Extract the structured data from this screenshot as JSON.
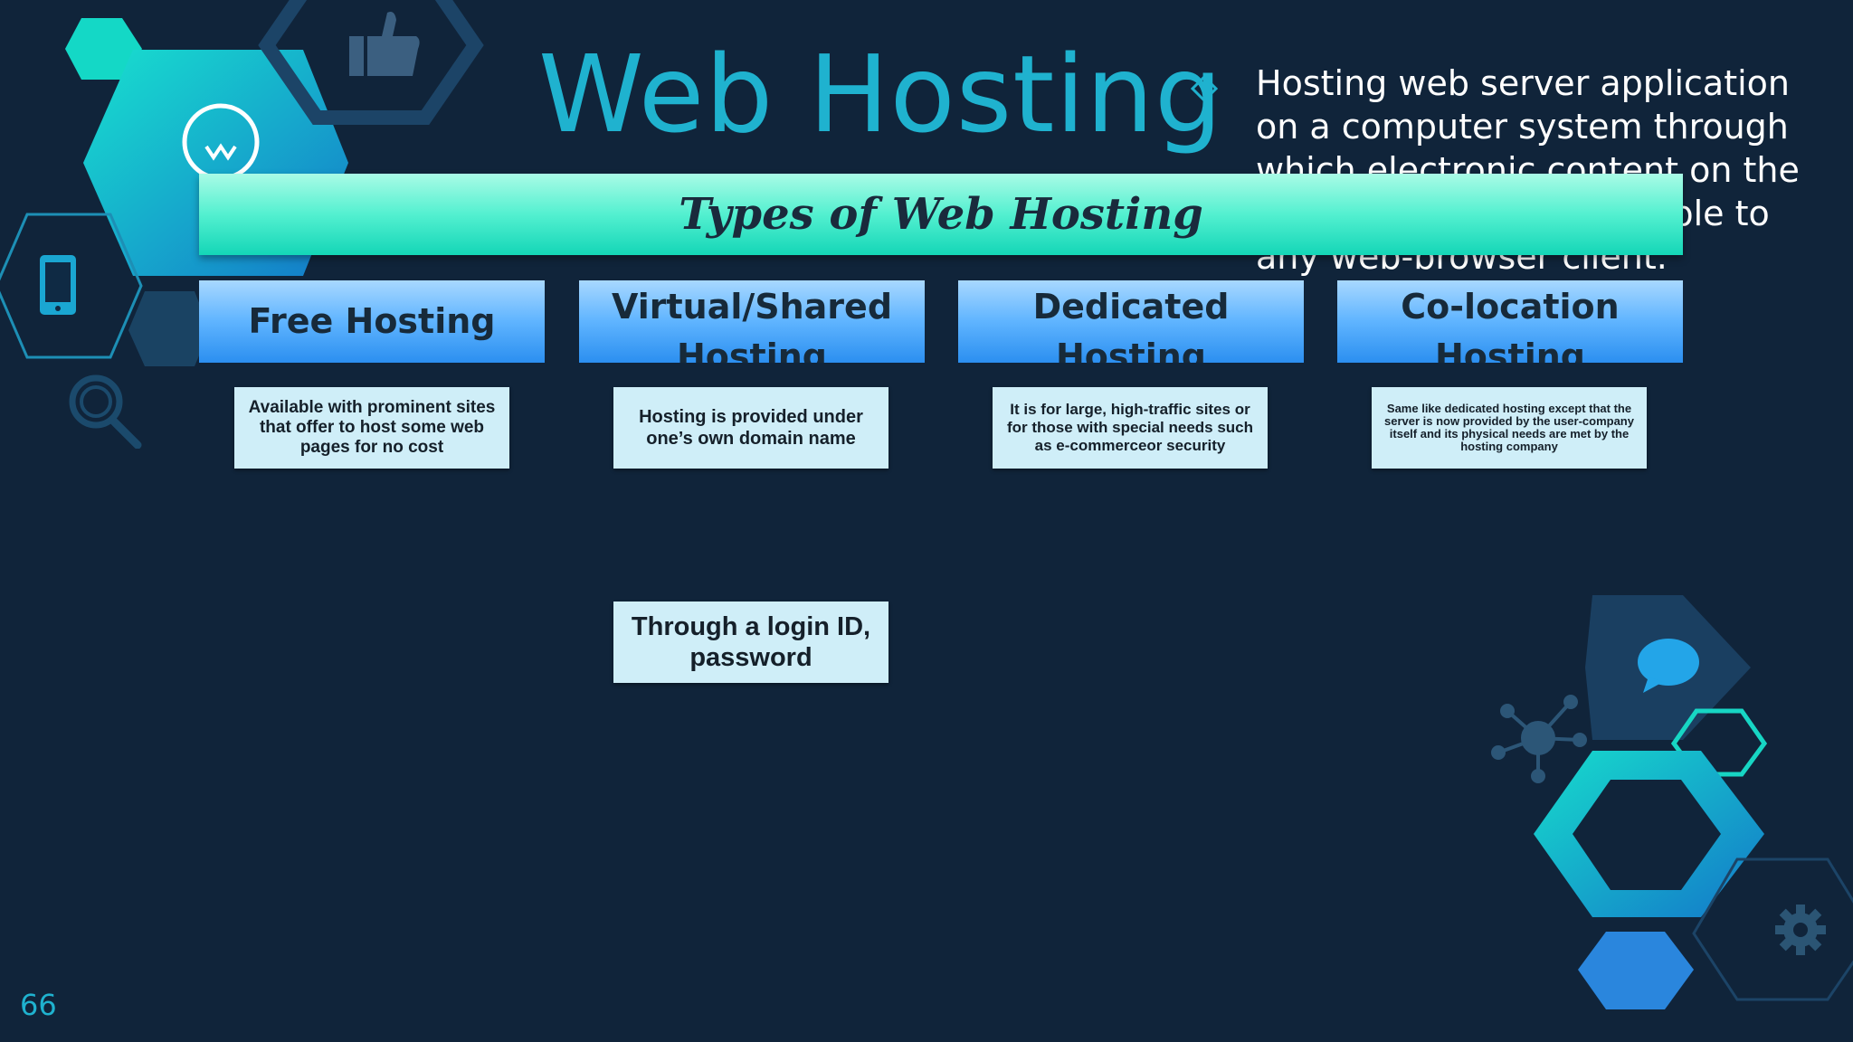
{
  "slide": {
    "title": "Web Hosting",
    "bullet_text": "Hosting web server application on a computer system through which electronic content on the internet is readily available to any web-browser client.",
    "banner_title": "Types of Web Hosting",
    "page_number": "66"
  },
  "types": [
    {
      "header": "Free Hosting",
      "description": "Available with prominent sites that offer to host some web pages for no cost"
    },
    {
      "header": "Virtual/Shared Hosting",
      "description": "Hosting is provided under one’s own domain name"
    },
    {
      "header": "Dedicated Hosting",
      "description": "It is for large, high-traffic sites or for those with special needs such as e-commerceor security"
    },
    {
      "header": "Co-location Hosting",
      "description": "Same like dedicated hosting except that the server is now provided by the user-company itself and its physical needs are met by the hosting company"
    }
  ],
  "extra_box": "Through a login ID, password",
  "colors": {
    "background": "#10243a",
    "accent_teal": "#1fb2cf",
    "banner_green": "#53f0d0",
    "header_blue": "#5fb4ff",
    "desc_box": "#cfeef8"
  },
  "icons": [
    "lightbulb-icon",
    "thumbs-up-icon",
    "smartphone-icon",
    "magnifier-icon",
    "chat-bubble-icon",
    "network-icon",
    "gear-icon",
    "diamond-bullet-icon"
  ]
}
